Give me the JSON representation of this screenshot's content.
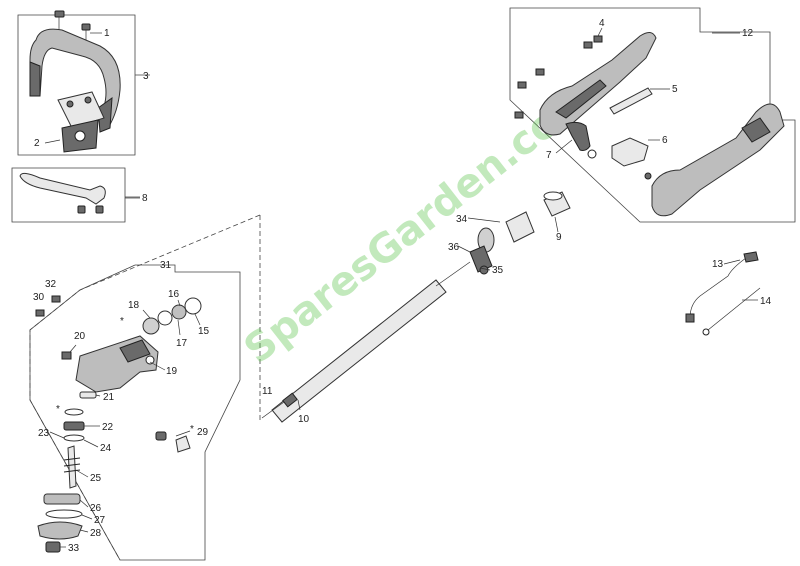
{
  "watermark": "SparesGarden.com",
  "callouts": {
    "c1": "1",
    "c2": "2",
    "c3": "3",
    "c4": "4",
    "c5": "5",
    "c6": "6",
    "c7": "7",
    "c8": "8",
    "c9": "9",
    "c10": "10",
    "c11": "11",
    "c12": "12",
    "c13": "13",
    "c14": "14",
    "c15": "15",
    "c16": "16",
    "c17": "17",
    "c18": "18",
    "c19": "19",
    "c20": "20",
    "c21": "21",
    "c22": "22",
    "c23": "23",
    "c24": "24",
    "c25": "25",
    "c26": "26",
    "c27": "27",
    "c28": "28",
    "c29": "29",
    "c30": "30",
    "c31": "31",
    "c32": "32",
    "c33": "33",
    "c34": "34",
    "c35": "35",
    "c36": "36"
  },
  "asterisk": "*",
  "colors": {
    "watermark": "#5ec64f",
    "lines": "#333333"
  }
}
